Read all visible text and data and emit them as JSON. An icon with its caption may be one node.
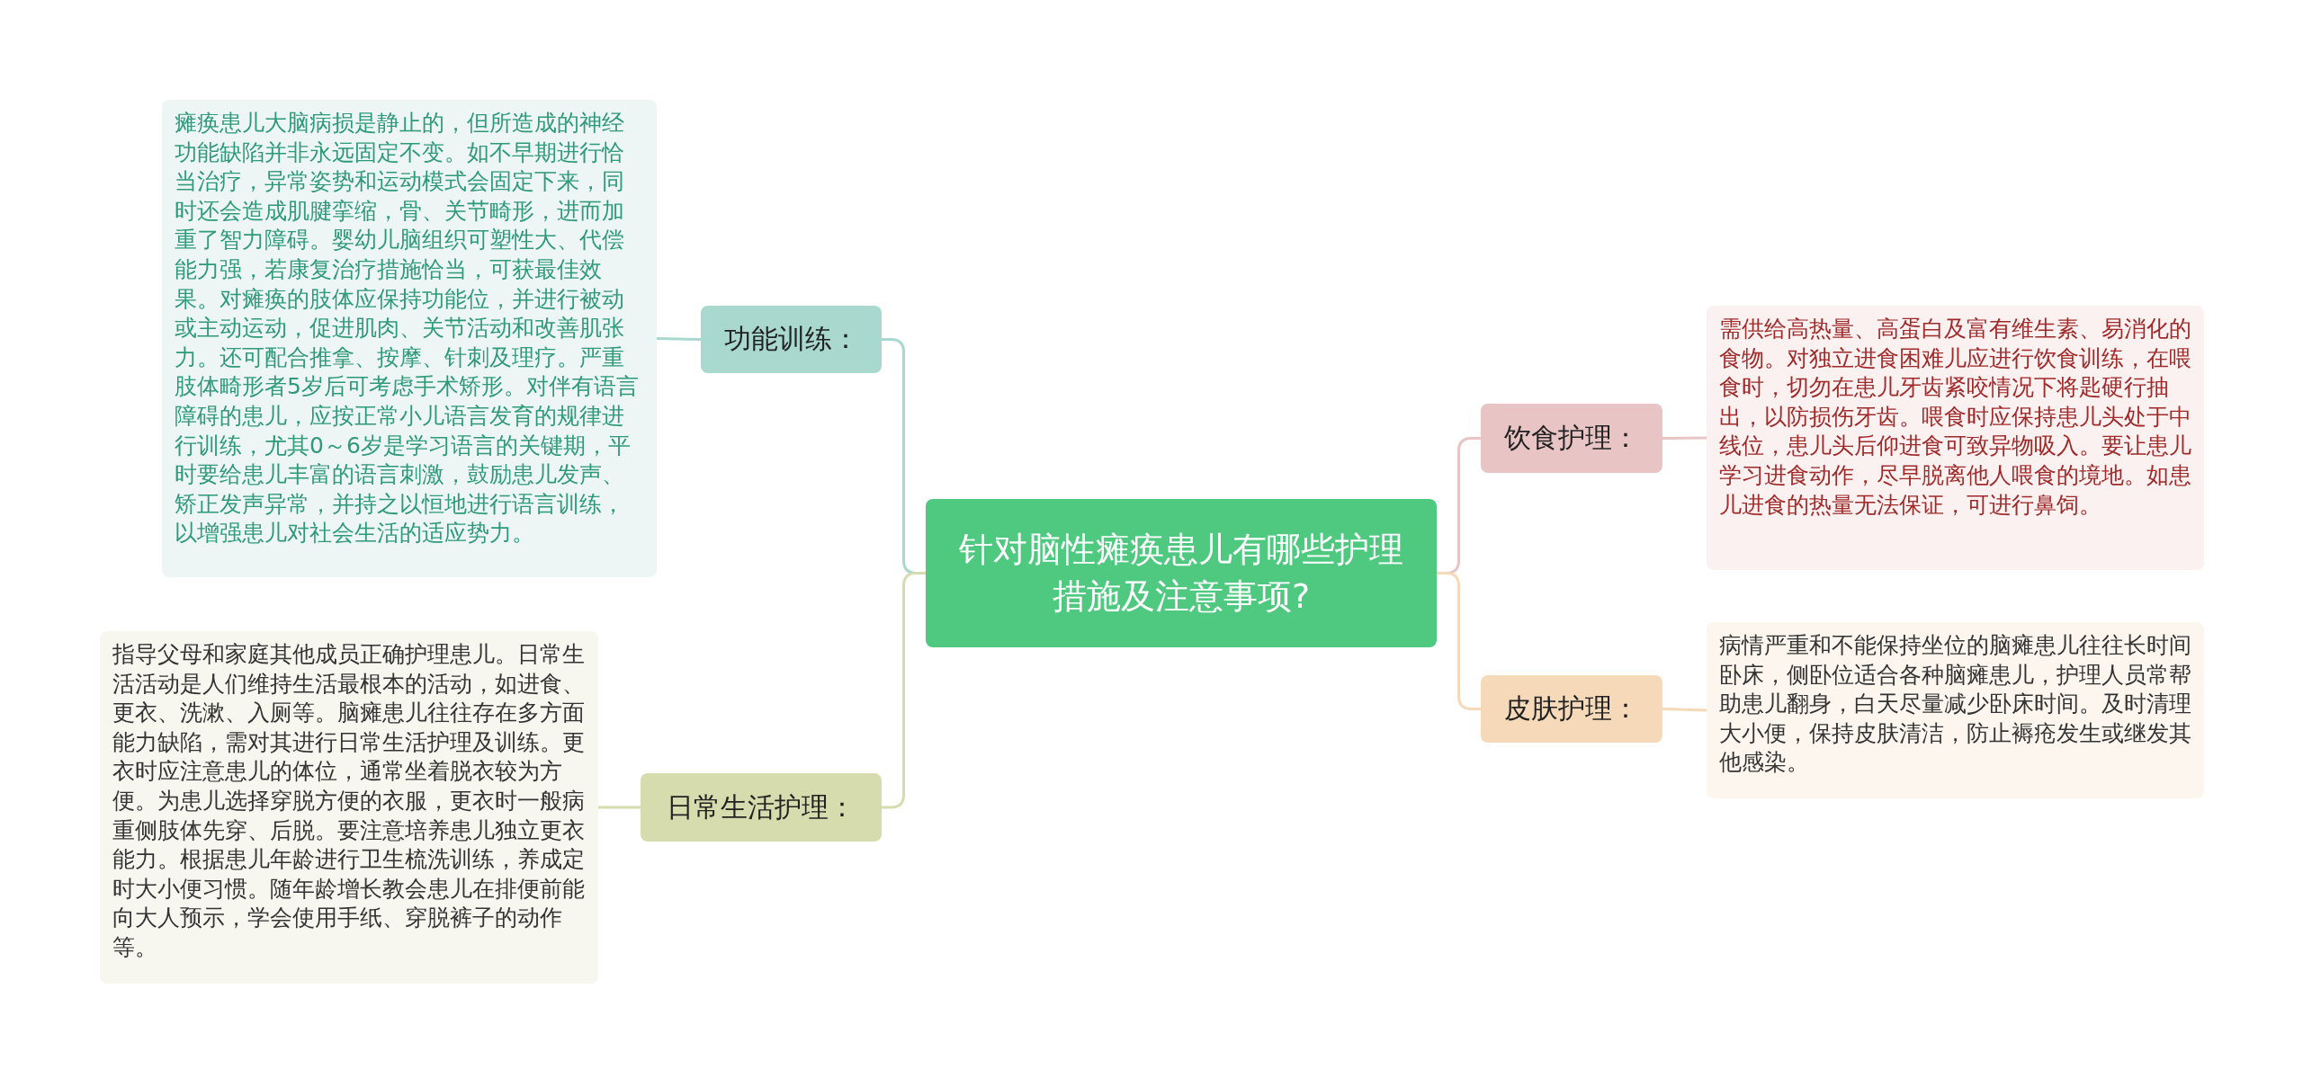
{
  "diagram": {
    "nodes": [
      {
        "text": [
          "针对脑性瘫痪患儿有哪些护理措施及注意事项?"
        ]
      },
      {
        "text": [
          "功能训练："
        ]
      },
      {
        "text": [
          "瘫痪患儿大脑病损是静止的，但所造成的神经功能缺陷并非永远固定不变。如不早期进行恰当治疗，异常姿势和运动模式会固定下来，同时还会造成肌腱挛缩，骨、关节畸形，进而加重了智力障碍。婴幼儿脑组织可塑性大、代偿能力强，若康复治疗措施恰当，可获最佳效果。对瘫痪的肢体应保持功能位，并进行被动或主动运动，促进肌肉、关节活动和改善肌张力。还可配合推拿、按摩、针刺及理疗。严重肢体畸形者5岁后可考虑手术矫形。对伴有语言障碍的患儿，应按正常小儿语言发育的规律进行训练，尤其0～6岁是学习语言的关键期，平时要给患儿丰富的语言刺激，鼓励患儿发声、矫正发声异常，并持之以恒地进行语言训练，以增强患儿对社会生活的适应势力。"
        ]
      },
      {
        "text": [
          "日常生活护理："
        ]
      },
      {
        "text": [
          "指导父母和家庭其他成员正确护理患儿。日常生活活动是人们维持生活最根本的活动，如进食、更衣、洗漱、入厕等。脑瘫患儿往往存在多方面能力缺陷，需对其进行日常生活护理及训练。更衣时应注意患儿的体位，通常坐着脱衣较为方便。为患儿选择穿脱方便的衣服，更衣时一般病重侧肢体先穿、后脱。要注意培养患儿独立更衣能力。根据患儿年龄进行卫生梳洗训练，养成定时大小便习惯。随年龄增长教会患儿在排便前能向大人预示，学会使用手纸、穿脱裤子的动作等。"
        ]
      },
      {
        "text": [
          "饮食护理："
        ]
      },
      {
        "text": [
          "需供给高热量、高蛋白及富有维生素、易消化的食物。对独立进食困难儿应进行饮食训练，在喂食时，切勿在患儿牙齿紧咬情况下将匙硬行抽出，以防损伤牙齿。喂食时应保持患儿头处于中线位，患儿头后仰进食可致异物吸入。要让患儿学习进食动作，尽早脱离他人喂食的境地。如患儿进食的热量无法保证，可进行鼻饲。"
        ]
      },
      {
        "text": [
          "皮肤护理："
        ]
      },
      {
        "text": [
          "病情严重和不能保持坐位的脑瘫患儿往往长时间卧床，侧卧位适合各种脑瘫患儿，护理人员常帮助患儿翻身，白天尽量减少卧床时间。及时清理大小便，保持皮肤清洁，防止褥疮发生或继发其他感染。"
        ]
      }
    ],
    "edges": [
      {
        "from": 0,
        "to": 1,
        "arrow": "none",
        "color": "#a9d8cf"
      },
      {
        "from": 1,
        "to": 2,
        "arrow": "none",
        "color": "#a9d8cf"
      },
      {
        "from": 0,
        "to": 3,
        "arrow": "none",
        "color": "#d6dcae"
      },
      {
        "from": 3,
        "to": 4,
        "arrow": "none",
        "color": "#d6dcae"
      },
      {
        "from": 0,
        "to": 5,
        "arrow": "none",
        "color": "#e8c4c4"
      },
      {
        "from": 5,
        "to": 6,
        "arrow": "none",
        "color": "#e8c4c4"
      },
      {
        "from": 0,
        "to": 7,
        "arrow": "none",
        "color": "#f5d9b8"
      },
      {
        "from": 7,
        "to": 8,
        "arrow": "none",
        "color": "#f5d9b8"
      }
    ]
  }
}
